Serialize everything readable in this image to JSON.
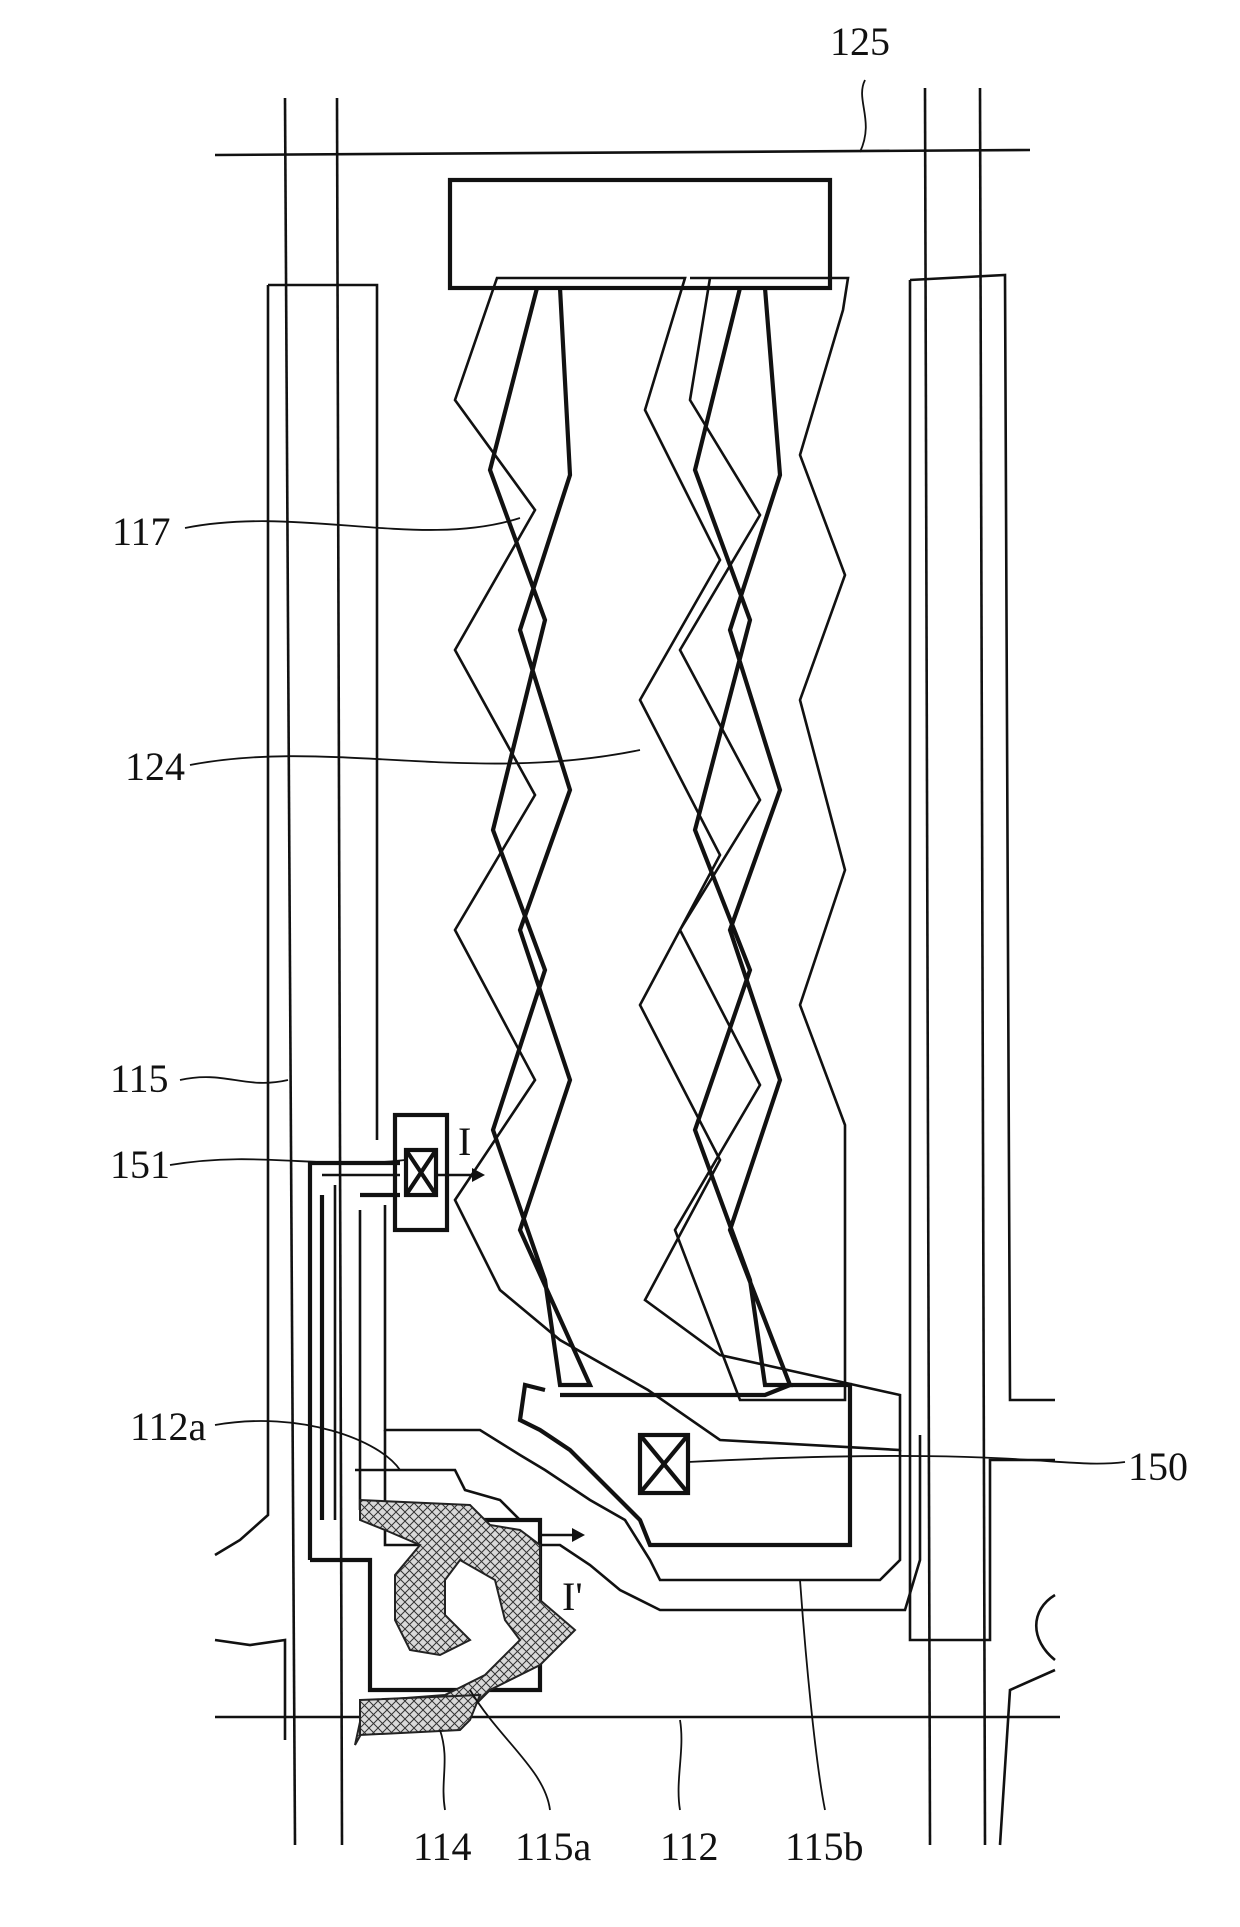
{
  "labels": {
    "l125": "125",
    "l117": "117",
    "l124": "124",
    "l115": "115",
    "l151": "151",
    "lI": "I",
    "lIp": "I'",
    "l112a": "112a",
    "l150": "150",
    "l114": "114",
    "l115a": "115a",
    "l112": "112",
    "l115b": "115b"
  }
}
